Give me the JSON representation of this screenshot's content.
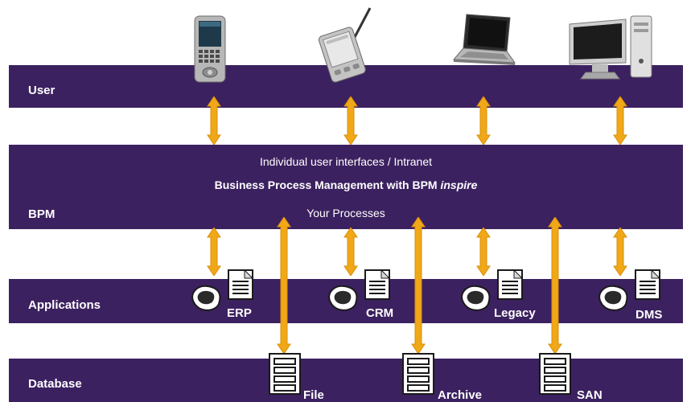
{
  "colors": {
    "band": "#3c2160",
    "arrow": "#f0a818",
    "arrow_stroke": "#d98f0a"
  },
  "layers": {
    "user": "User",
    "bpm": "BPM",
    "applications": "Applications",
    "database": "Database"
  },
  "bpm": {
    "line1": "Individual user interfaces / Intranet",
    "line2_main": "Business Process Management with BPM ",
    "line2_italic": "inspire",
    "line3": "Your Processes"
  },
  "devices": [
    "smartphone-icon",
    "pda-icon",
    "laptop-icon",
    "desktop-computer-icon"
  ],
  "applications": [
    "ERP",
    "CRM",
    "Legacy",
    "DMS"
  ],
  "databases": [
    "File",
    "Archive",
    "SAN"
  ]
}
